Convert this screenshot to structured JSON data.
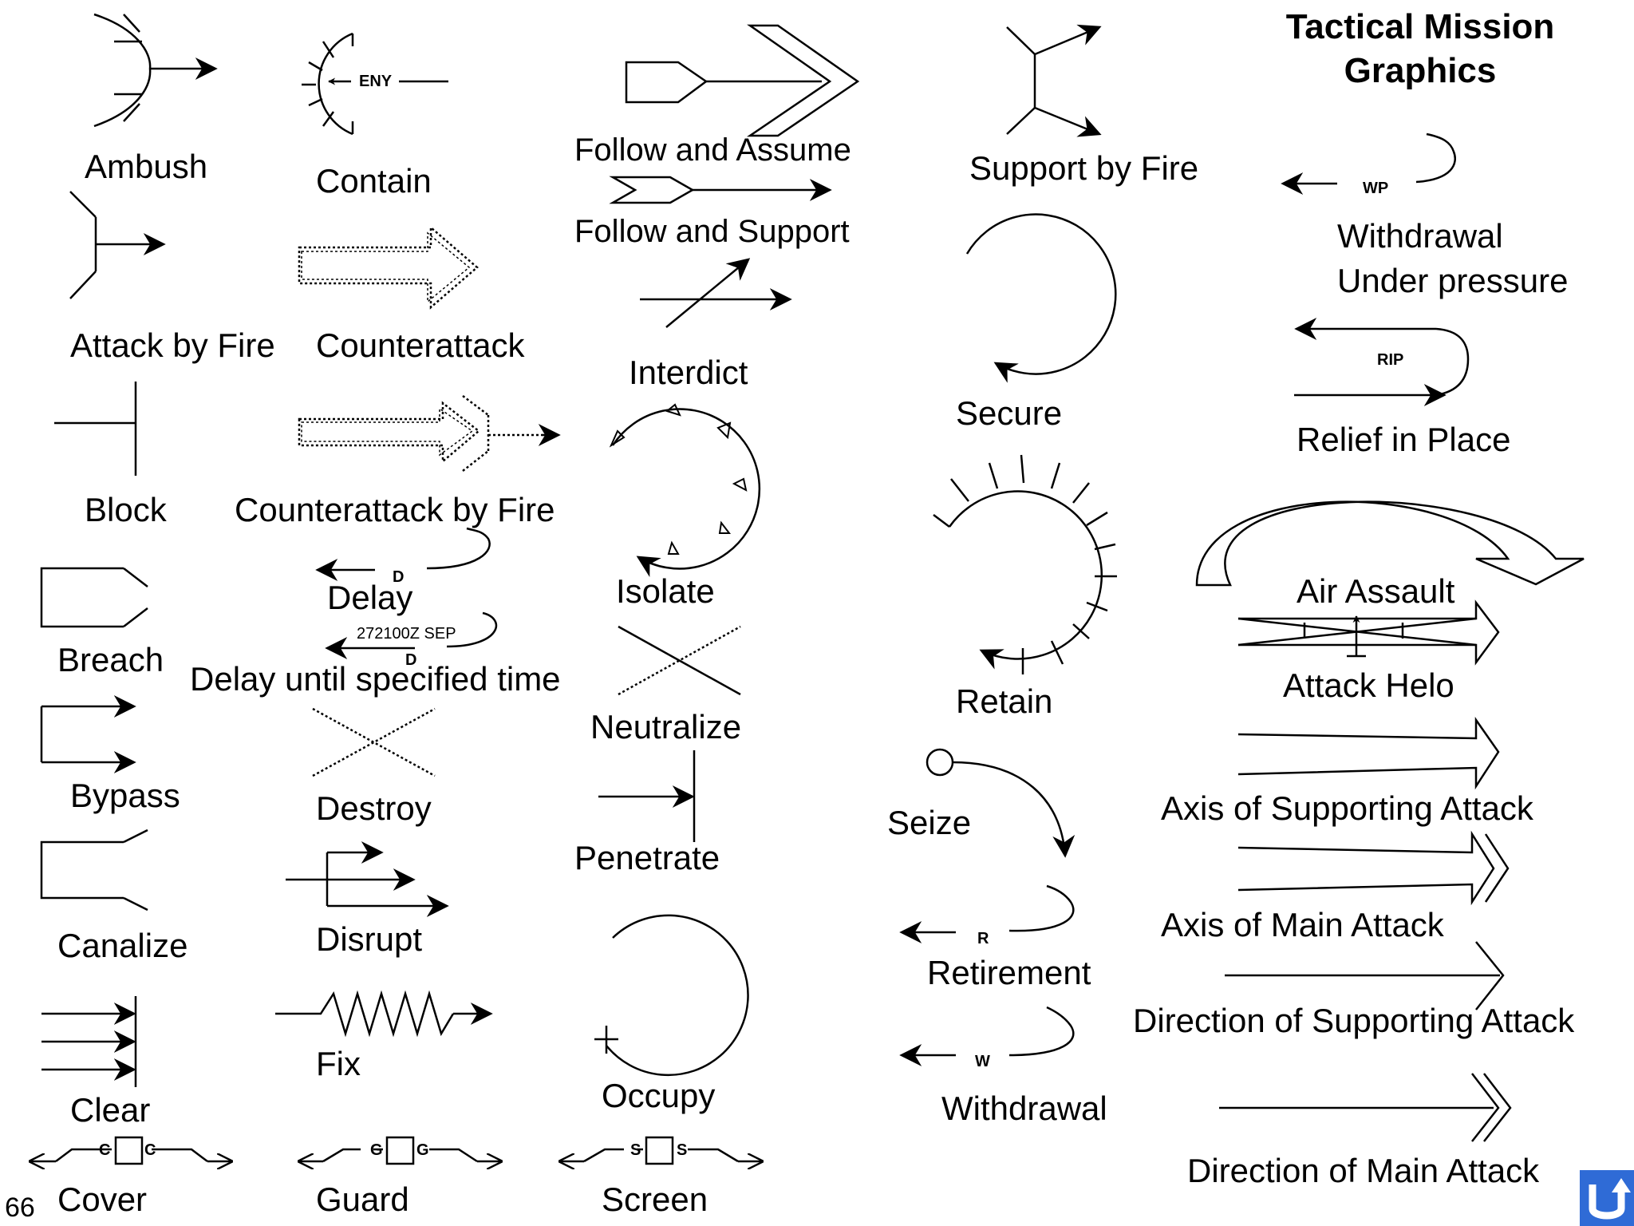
{
  "title": "Tactical Mission\nGraphics",
  "page_number": "66",
  "nav": {
    "button_icon": "return-up-arrow-icon",
    "button_color": "#2f6bd6"
  },
  "labels": {
    "ambush": "Ambush",
    "contain": "Contain",
    "follow_assume": "Follow and Assume",
    "support_by_fire": "Support by Fire",
    "follow_support": "Follow and Support",
    "withdrawal_up_1": "Withdrawal",
    "withdrawal_up_2": "Under pressure",
    "attack_by_fire": "Attack by Fire",
    "counterattack": "Counterattack",
    "interdict": "Interdict",
    "secure": "Secure",
    "relief_in_place": "Relief in Place",
    "block": "Block",
    "counterattack_fire": "Counterattack by Fire",
    "isolate": "Isolate",
    "air_assault": "Air Assault",
    "breach": "Breach",
    "delay": "Delay",
    "delay_until": "Delay until specified time",
    "neutralize": "Neutralize",
    "retain": "Retain",
    "attack_helo": "Attack Helo",
    "bypass": "Bypass",
    "destroy": "Destroy",
    "penetrate": "Penetrate",
    "seize": "Seize",
    "axis_supporting": "Axis of Supporting Attack",
    "canalize": "Canalize",
    "disrupt": "Disrupt",
    "retirement": "Retirement",
    "axis_main": "Axis of Main Attack",
    "direction_supporting": "Direction of Supporting Attack",
    "clear": "Clear",
    "fix": "Fix",
    "occupy": "Occupy",
    "withdrawal": "Withdrawal",
    "direction_main": "Direction of Main Attack",
    "cover": "Cover",
    "guard": "Guard",
    "screen": "Screen"
  },
  "symbol_text": {
    "eny": "ENY",
    "wp": "WP",
    "rip": "RIP",
    "delay_d": "D",
    "delay_dtg": "272100Z SEP",
    "delay_until_d": "D",
    "retirement_r": "R",
    "withdrawal_w": "W",
    "cover_c1": "C",
    "cover_c2": "C",
    "guard_g1": "G",
    "guard_g2": "G",
    "screen_s1": "S",
    "screen_s2": "S"
  }
}
